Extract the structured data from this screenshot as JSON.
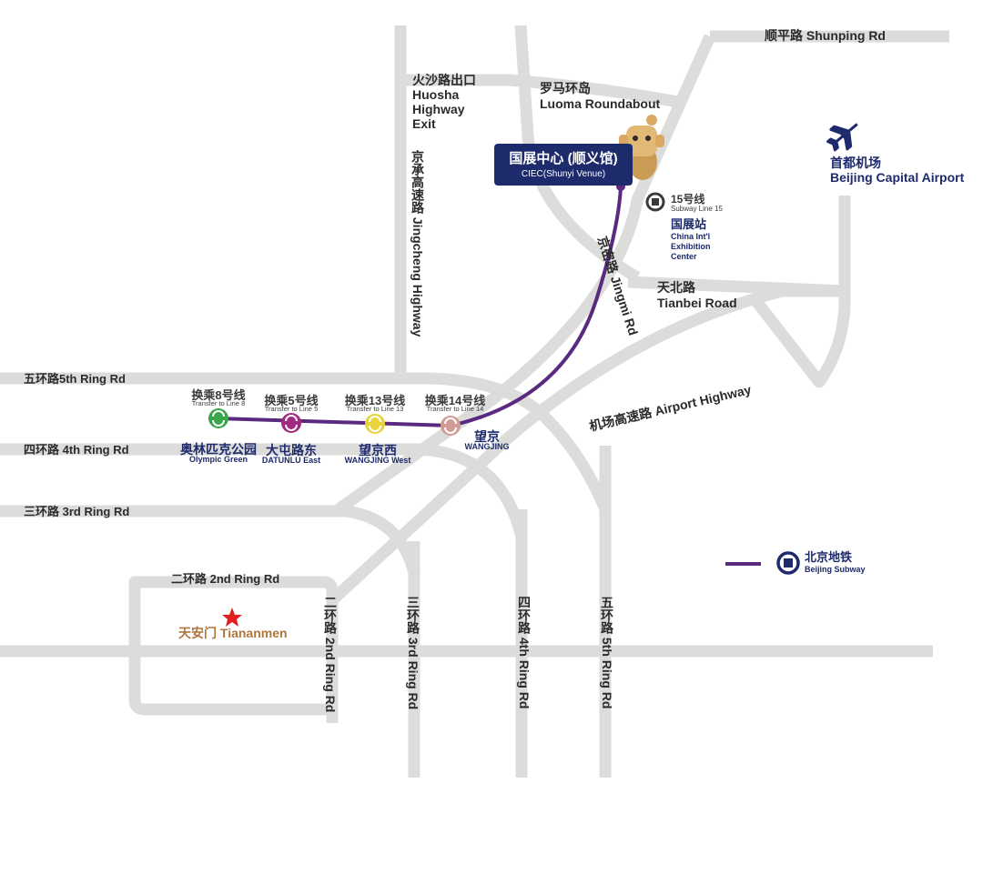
{
  "roads": {
    "shunping": "顺平路 Shunping Rd",
    "huosha_cn": "火沙路出口",
    "huosha_en1": "Huosha",
    "huosha_en2": "Highway",
    "huosha_en3": "Exit",
    "luoma_cn": "罗马环岛",
    "luoma_en": "Luoma Roundabout",
    "jingcheng": "京承高速路 Jingcheng Highway",
    "jingmi": "京密路 Jingmi Rd",
    "tianbei_cn": "天北路",
    "tianbei_en": "Tianbei Road",
    "airport_hwy": "机场高速路 Airport Highway",
    "ring5": "五环路5th Ring Rd",
    "ring4": "四环路 4th Ring Rd",
    "ring3": "三环路 3rd Ring Rd",
    "ring2": "二环路 2nd Ring Rd",
    "ring2_v": "二环路 2nd Ring Rd",
    "ring3_v": "三环路 3rd Ring Rd",
    "ring4_v": "四环路 4th Ring Rd",
    "ring5_v": "五环路 5th Ring Rd"
  },
  "airport": {
    "cn": "首都机场",
    "en": "Beijing Capital Airport"
  },
  "venue": {
    "cn": "国展中心 (顺义馆)",
    "en": "CIEC(Shunyi Venue)"
  },
  "line15": {
    "line_cn": "15号线",
    "line_en": "Subway Line 15",
    "station_cn": "国展站",
    "station_en1": "China Int'l",
    "station_en2": "Exhibition",
    "station_en3": "Center"
  },
  "stations": [
    {
      "transfer_cn": "换乘8号线",
      "transfer_en": "Transfer to Line 8",
      "name_cn": "奥林匹克公园",
      "name_en": "Olympic Green",
      "color": "#3aa64a"
    },
    {
      "transfer_cn": "换乘5号线",
      "transfer_en": "Transfer to Line 5",
      "name_cn": "大屯路东",
      "name_en": "DATUNLU East",
      "color": "#a3287f"
    },
    {
      "transfer_cn": "换乘13号线",
      "transfer_en": "Transfer to Line 13",
      "name_cn": "望京西",
      "name_en": "WANGJING West",
      "color": "#e8d43a"
    },
    {
      "transfer_cn": "换乘14号线",
      "transfer_en": "Transfer to Line 14",
      "name_cn": "望京",
      "name_en": "WANGJING",
      "color": "#d19a93"
    }
  ],
  "landmark": {
    "label": "天安门 Tiananmen",
    "color": "#b0753c"
  },
  "legend": {
    "cn": "北京地铁",
    "en": "Beijing Subway",
    "line_color": "#5b2a80"
  },
  "colors": {
    "subway_line": "#5b2a80",
    "navy": "#1d2a6b",
    "road": "#dcdcda",
    "star": "#e02020"
  },
  "icons": {
    "airport": "airplane-icon",
    "subway": "beijing-subway-logo-icon",
    "star": "star-icon",
    "mascot": "mascot-icon",
    "transfer": "transfer-icon"
  }
}
